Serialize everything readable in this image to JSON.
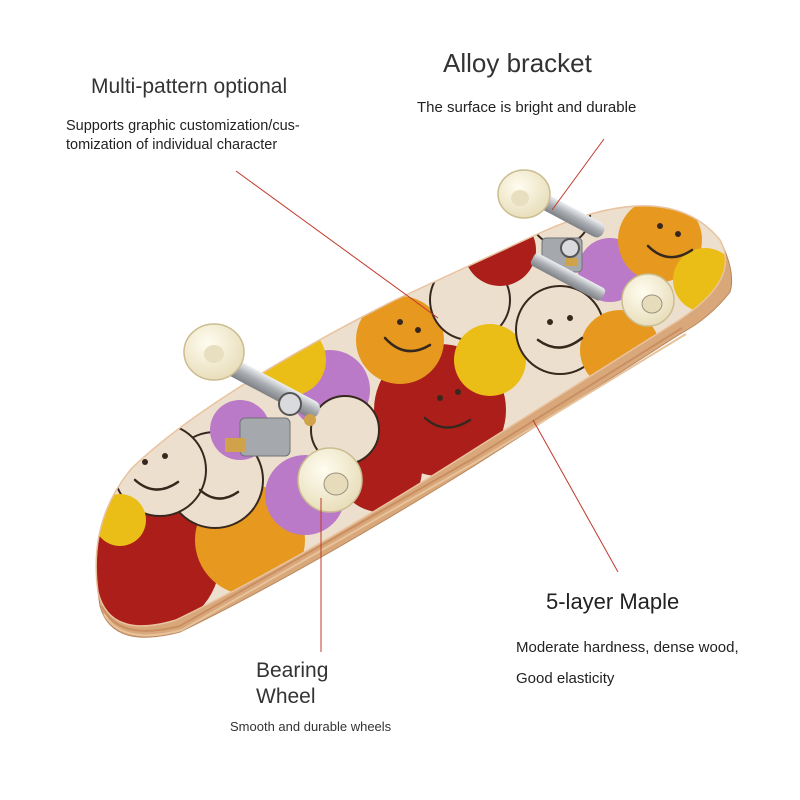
{
  "callouts": {
    "multi_pattern": {
      "title": "Multi-pattern optional",
      "desc": "Supports graphic customization/cus-tomization of individual character"
    },
    "alloy": {
      "title": "Alloy bracket",
      "desc": "The surface is bright and durable"
    },
    "maple": {
      "title": "5-layer Maple",
      "desc_line1": "Moderate hardness, dense wood,",
      "desc_line2": "Good elasticity"
    },
    "bearing": {
      "title": "Bearing Wheel",
      "desc": "Smooth and durable wheels"
    }
  },
  "colors": {
    "leader_line": "#c0392b",
    "deck_red": "#b3201c",
    "smiley_yellow": "#f5c518",
    "smiley_orange": "#f0a020",
    "lilac": "#c27fd0",
    "cream": "#f6e9d6",
    "wood_edge": "#d9a87a",
    "wheel": "#f4eed5",
    "truck_metal": "#b9bcc0"
  },
  "image": {
    "subject": "fingerboard-skateboard",
    "deck_graphic": "smiley-faces-pattern"
  }
}
